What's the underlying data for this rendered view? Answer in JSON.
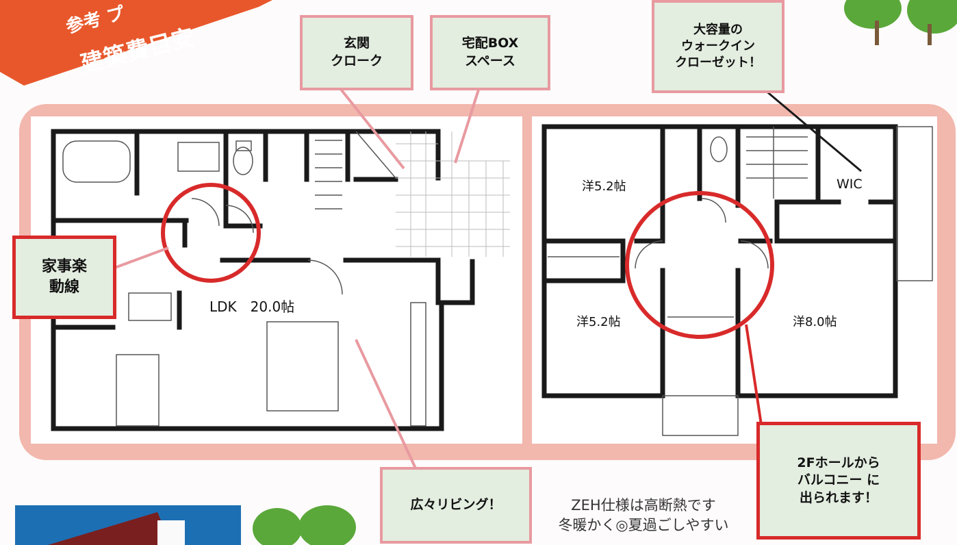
{
  "banner": {
    "line1": "参考",
    "line1_tail": "プ",
    "line2": "建築費目安",
    "color": "#e8572b"
  },
  "callouts": {
    "entrance_cloak": "玄関\nクローク",
    "delivery_box": "宅配BOX\nスペース",
    "walk_in_closet": "大容量の\nウォークイン\nクローゼット！",
    "housework": "家事楽\n動線",
    "living": "広々リビング！",
    "balcony": "2Fホールから\nバルコニー に\n出られます！"
  },
  "rooms": {
    "ldk": "LDK　20.0帖",
    "western_nw": "洋5.2帖",
    "western_sw": "洋5.2帖",
    "western_e": "洋8.0帖",
    "wic": "WIC"
  },
  "note": {
    "line1": "ZEH仕様は高断熱です",
    "line2": "冬暖かく◎夏過ごしやすい"
  },
  "colors": {
    "plan_bg": "#f2b7ad",
    "highlight_circle": "#d82a2a",
    "callout_border": "#e89aa0",
    "callout_fill": "#e3ede0",
    "tree_green": "#5aa83a"
  }
}
